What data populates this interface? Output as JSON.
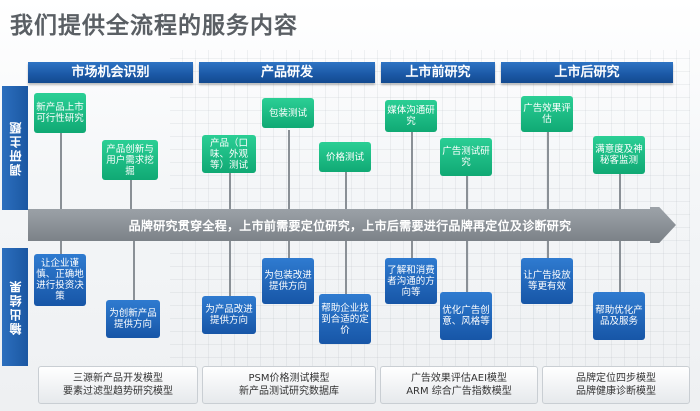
{
  "title": "我们提供全流程的服务内容",
  "phases": [
    "市场机会识别",
    "产品研发",
    "上市前研究",
    "上市后研究"
  ],
  "side_labels": {
    "top": "调研主题",
    "bottom": "输出结果"
  },
  "central_message": "品牌研究贯穿全程，上市前需要定位研究，上市后需要进行品牌再定位及诊断研究",
  "topics": [
    "新产品上市可行性研究",
    "产品创新与用户需求挖掘",
    "产品（口味、外观等）测试",
    "包装测试",
    "价格测试",
    "媒体沟通研究",
    "广告测试研究",
    "广告效果评估",
    "满意度及神秘客监测"
  ],
  "outputs": [
    "让企业谨慎、正确地进行投资决策",
    "为创新产品提供方向",
    "为产品改进提供方向",
    "为包装改进提供方向",
    "帮助企业找到合适的定价",
    "了解和消费者沟通的方向等",
    "优化广告创意、风格等",
    "让广告投放等更有效",
    "帮助优化产品及服务"
  ],
  "models": [
    [
      "三源新产品开发模型",
      "要素过滤型趋势研究模型"
    ],
    [
      "PSM价格测试模型",
      "新产品测试研究数据库"
    ],
    [
      "广告效果评估AEI模型",
      "ARM 综合广告指数模型"
    ],
    [
      "品牌定位四步模型",
      "品牌健康诊断模型"
    ]
  ],
  "colors": {
    "phase_blue": "#1b58a5",
    "topic_green": "#10a974",
    "output_blue": "#1756a7",
    "arrow_gray": "#8c9298"
  }
}
